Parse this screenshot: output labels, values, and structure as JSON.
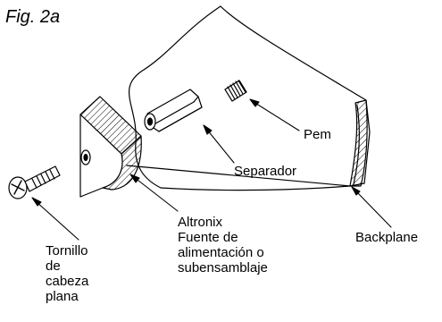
{
  "figure": {
    "title": "Fig. 2a"
  },
  "labels": {
    "pem": "Pem",
    "separador": "Separador",
    "backplane": "Backplane",
    "altronix": [
      "Altronix",
      "Fuente de",
      "alimentación o",
      "subensamblaje"
    ],
    "tornillo": [
      "Tornillo",
      "de",
      "cabeza",
      "plana"
    ]
  },
  "colors": {
    "line": "#000000",
    "background": "#ffffff"
  }
}
